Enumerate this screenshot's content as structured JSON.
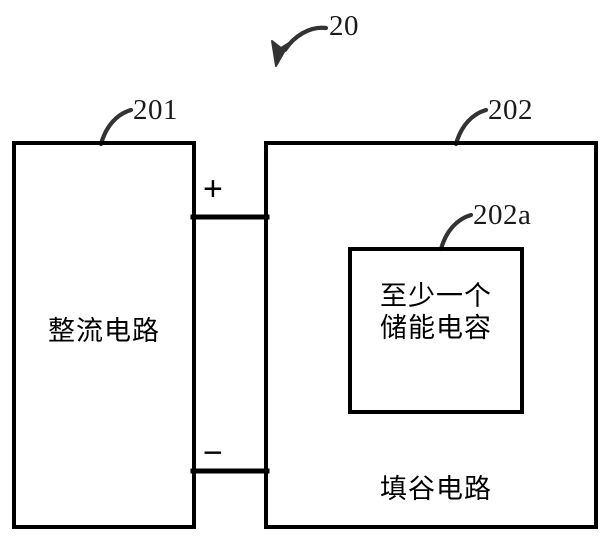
{
  "figure": {
    "blocks": [
      {
        "id": "rectifier-block",
        "ref": "201",
        "label": "整流电路"
      },
      {
        "id": "valley-fill-block",
        "ref": "202",
        "label": "填谷电路"
      },
      {
        "id": "storage-capacitor-block",
        "ref": "202a",
        "label_line1": "至少一个",
        "label_line2": "储能电容"
      }
    ],
    "figure_ref": "20",
    "terminals": {
      "positive": "+",
      "negative": "−"
    },
    "colors": {
      "stroke": "#000000",
      "leader": "#333333",
      "background": "#ffffff",
      "text": "#000000"
    }
  }
}
